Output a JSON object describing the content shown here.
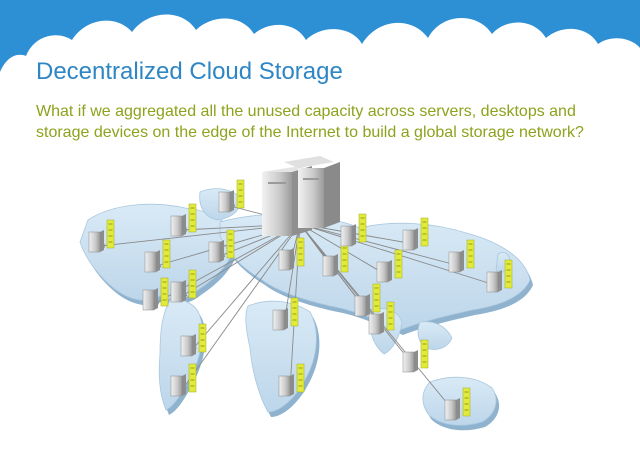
{
  "slide": {
    "title": "Decentralized Cloud Storage",
    "subtitle": "What if we aggregated all the unused capacity across servers, desktops and storage devices on the edge of the Internet to build a global storage network?"
  },
  "colors": {
    "banner": "#2d8fd4",
    "cloud": "#ffffff",
    "title": "#2e86c4",
    "subtitle": "#8ea21c",
    "map_land": "#cfe3f1",
    "map_shadow": "#8fb3cf",
    "tag": "#e2ea3a",
    "connector": "#8a8a8a"
  },
  "icons": {
    "central": "server-rack-icon",
    "node": "computer-tower-icon",
    "tag": "green-tag-icon"
  },
  "nodes": [
    {
      "id": "n1",
      "region": "north-america-west"
    },
    {
      "id": "n2",
      "region": "north-america-north"
    },
    {
      "id": "n3",
      "region": "north-america-central"
    },
    {
      "id": "n4",
      "region": "north-america-east"
    },
    {
      "id": "n5",
      "region": "north-america-south"
    },
    {
      "id": "n6",
      "region": "central-america"
    },
    {
      "id": "n7",
      "region": "south-america-north"
    },
    {
      "id": "n8",
      "region": "south-america-south"
    },
    {
      "id": "n9",
      "region": "greenland"
    },
    {
      "id": "n10",
      "region": "europe-west"
    },
    {
      "id": "n11",
      "region": "europe-east"
    },
    {
      "id": "n12",
      "region": "africa-north"
    },
    {
      "id": "n13",
      "region": "africa-south"
    },
    {
      "id": "n14",
      "region": "middle-east"
    },
    {
      "id": "n15",
      "region": "russia-west"
    },
    {
      "id": "n16",
      "region": "russia-east"
    },
    {
      "id": "n17",
      "region": "central-asia"
    },
    {
      "id": "n18",
      "region": "east-asia"
    },
    {
      "id": "n19",
      "region": "south-asia"
    },
    {
      "id": "n20",
      "region": "southeast-asia"
    },
    {
      "id": "n21",
      "region": "australia"
    },
    {
      "id": "n22",
      "region": "pacific-east"
    }
  ]
}
